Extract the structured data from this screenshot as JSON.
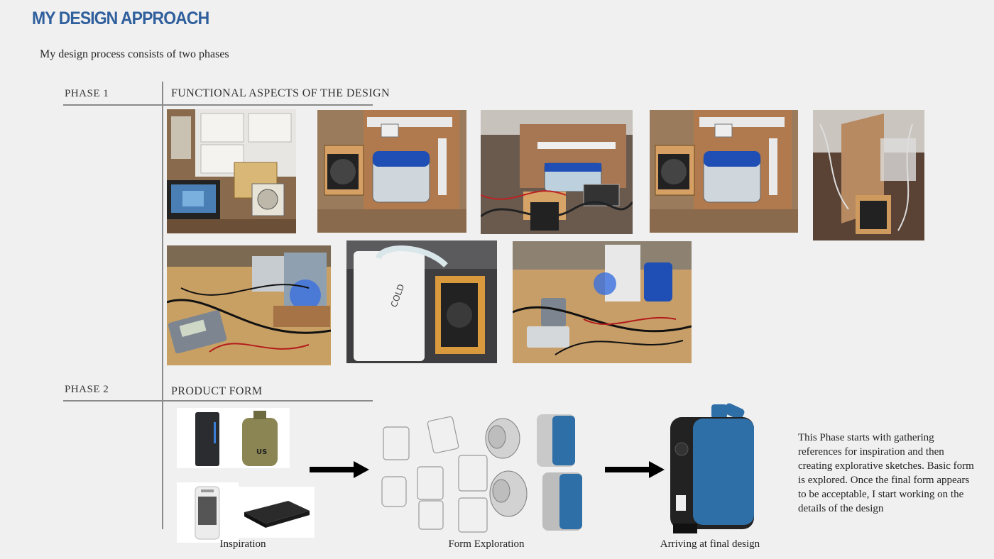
{
  "page": {
    "title": "MY DESIGN APPROACH",
    "intro": "My design process consists of two phases",
    "title_color": "#2f5f9c"
  },
  "phase1": {
    "label": "PHASE 1",
    "section": "FUNCTIONAL ASPECTS OF THE DESIGN"
  },
  "phase2": {
    "label": "PHASE 2",
    "section": "PRODUCT FORM",
    "captions": {
      "inspiration": "Inspiration",
      "exploration": "Form Exploration",
      "final": "Arriving at final design"
    },
    "description": "This Phase starts with gathering references for inspiration and then creating explorative sketches. Basic form is explored. Once the final form appears to be acceptable, I start working on the details of the design"
  },
  "accent_colors": {
    "product_blue": "#2f6fa8",
    "arrow": "#000000"
  }
}
